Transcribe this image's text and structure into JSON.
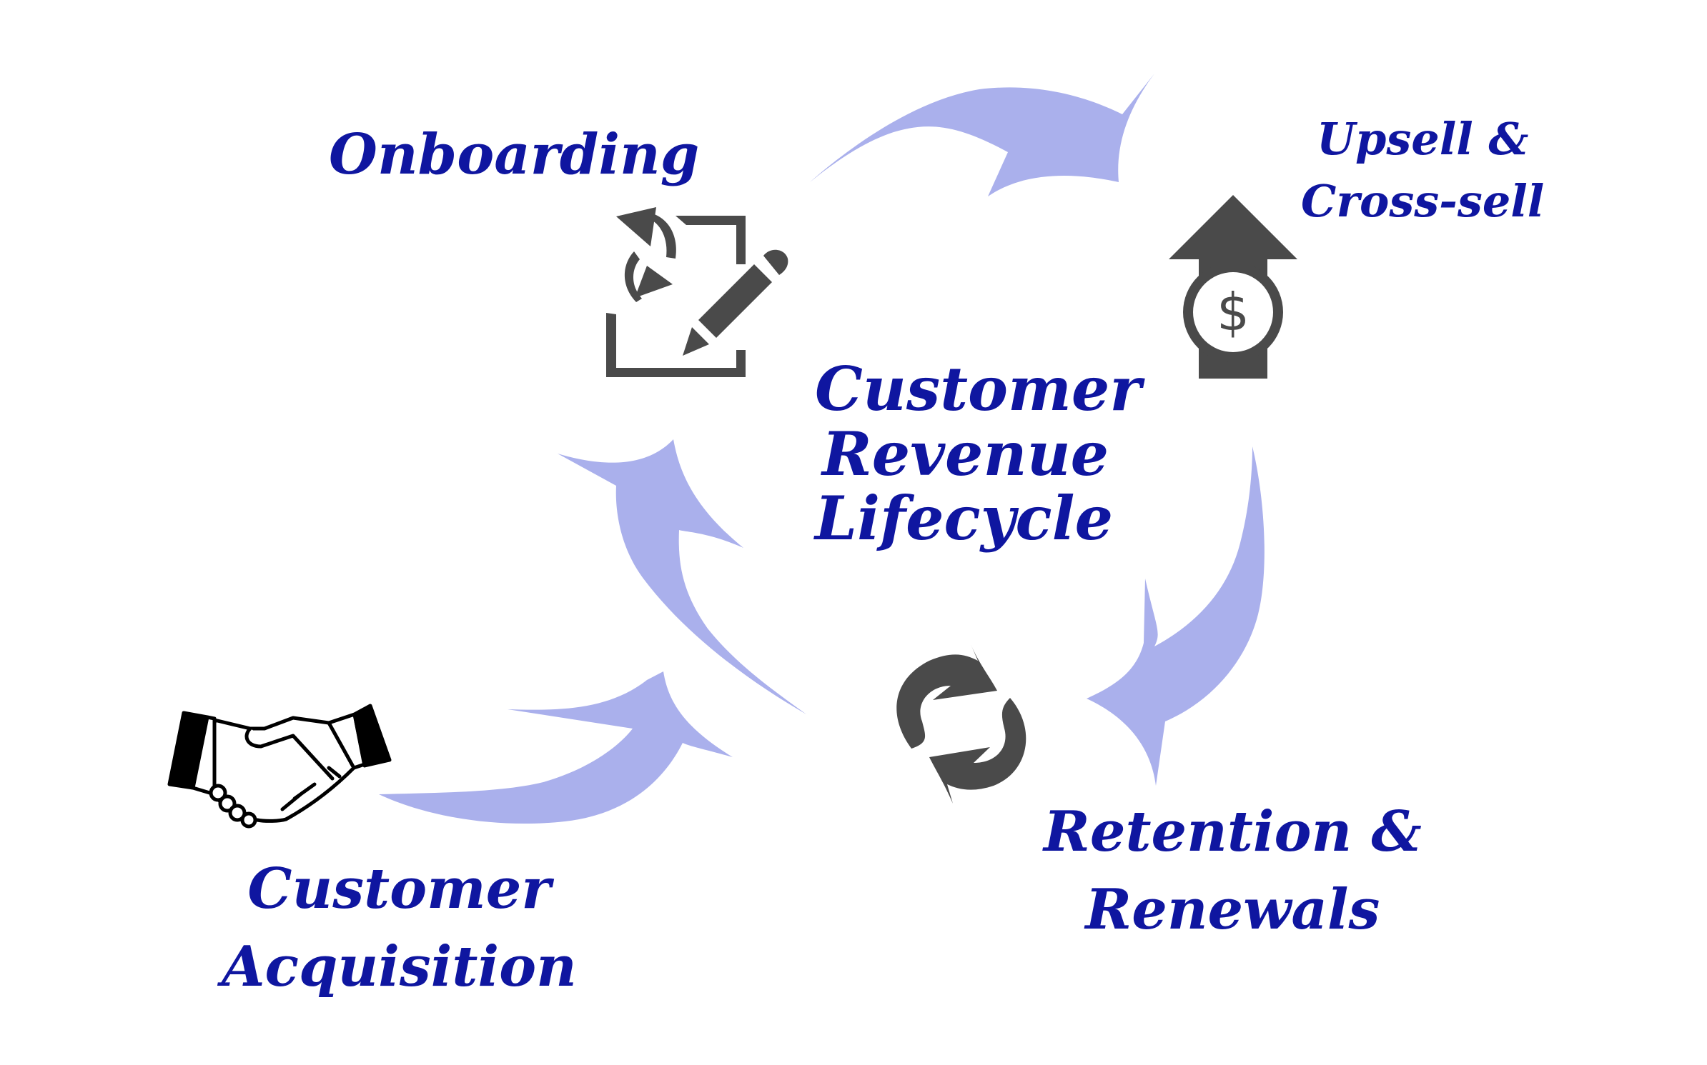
{
  "diagram": {
    "title_lines": [
      "Customer",
      "Revenue",
      "Lifecycle"
    ],
    "stages": [
      {
        "id": "onboarding",
        "lines": [
          "Onboarding"
        ],
        "icon": "document-edit-refresh-icon"
      },
      {
        "id": "upsell",
        "lines": [
          "Upsell &",
          "Cross-sell"
        ],
        "icon": "dollar-up-arrow-icon"
      },
      {
        "id": "retention",
        "lines": [
          "Retention &",
          "Renewals"
        ],
        "icon": "refresh-cycle-icon"
      },
      {
        "id": "acquisition",
        "lines": [
          "Customer",
          "Acquisition"
        ],
        "icon": "handshake-icon"
      }
    ],
    "flow": [
      "acquisition",
      "onboarding",
      "upsell",
      "retention",
      "onboarding"
    ],
    "colors": {
      "text": "#0f16a0",
      "arrow": "#aab0ec",
      "icon": "#4a4a4a",
      "background": "#ffffff"
    }
  }
}
